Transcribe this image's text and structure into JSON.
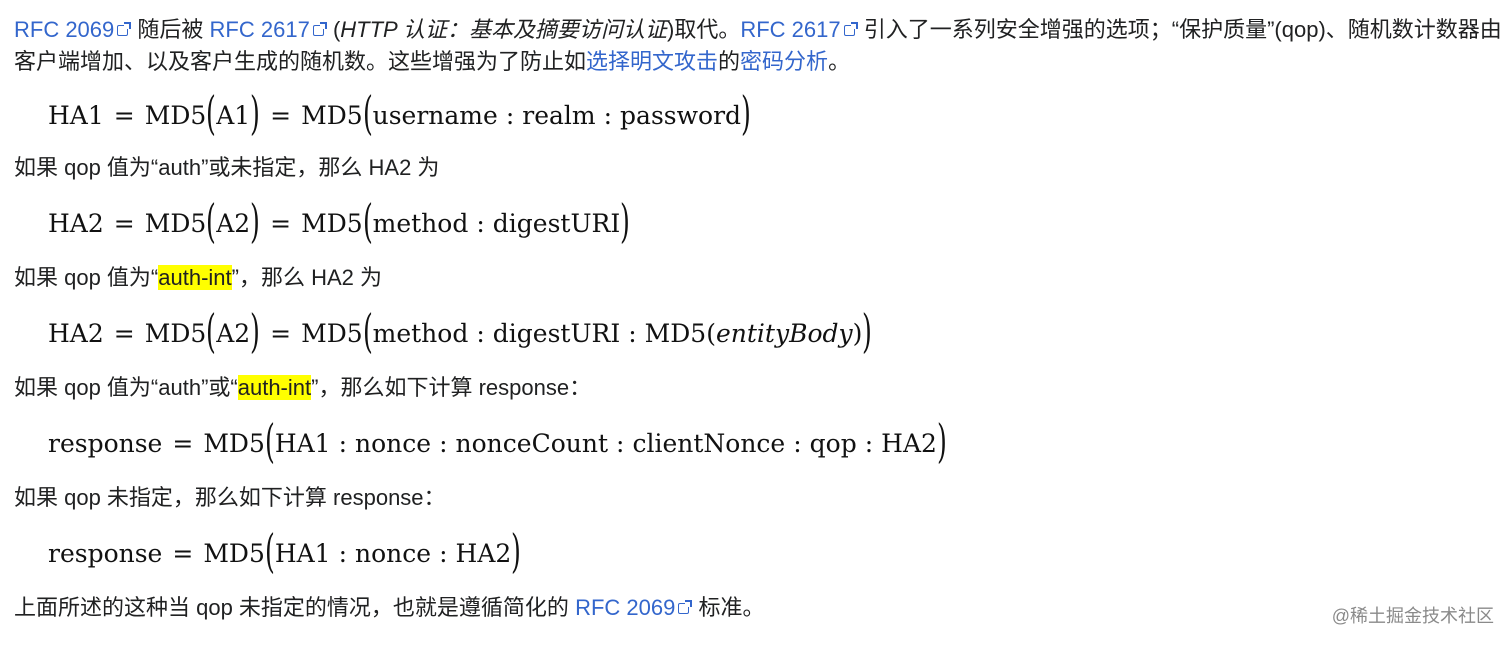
{
  "paragraph_1": {
    "link_rfc2069": "RFC 2069",
    "text_replaced_by": "随后被",
    "link_rfc2617": "RFC 2617",
    "paren_open": "(",
    "title_italic": "HTTP 认证：基本及摘要访问认证",
    "paren_close_text": ")取代。",
    "link_rfc2617_b": "RFC 2617",
    "text_intro": "引入了一系列安全增强的选项；“保护质量”(qop)、随机数计数器由客户端增加、以及客户生成的随机数。这些增强为了防止如",
    "link_chosen_plaintext": "选择明文攻击",
    "text_of": "的",
    "link_cryptanalysis": "密码分析",
    "text_end": "。"
  },
  "formula_1": {
    "lhs": "HA1",
    "eq": "=",
    "fn": "MD5",
    "arg": "A1",
    "eq2": "=",
    "fn2": "MD5",
    "args": [
      "username",
      "realm",
      "password"
    ]
  },
  "paragraph_2": {
    "text": "如果 qop 值为“auth”或未指定，那么 HA2 为"
  },
  "formula_2": {
    "lhs": "HA2",
    "eq": "=",
    "fn": "MD5",
    "arg": "A2",
    "eq2": "=",
    "fn2": "MD5",
    "args": [
      "method",
      "digestURI"
    ]
  },
  "paragraph_3": {
    "text_before": "如果 qop 值为“",
    "highlight": "auth-int",
    "text_after": "”，那么 HA2 为"
  },
  "formula_3": {
    "lhs": "HA2",
    "eq": "=",
    "fn": "MD5",
    "arg": "A2",
    "eq2": "=",
    "fn2": "MD5",
    "args": [
      "method",
      "digestURI"
    ],
    "inner_fn": "MD5",
    "inner_arg": "entityBody"
  },
  "paragraph_4": {
    "text_before": "如果 qop 值为“auth”或“",
    "highlight": "auth-int",
    "text_after": "”，那么如下计算 response："
  },
  "formula_4": {
    "lhs": "response",
    "eq": "=",
    "fn": "MD5",
    "args": [
      "HA1",
      "nonce",
      "nonceCount",
      "clientNonce",
      "qop",
      "HA2"
    ]
  },
  "paragraph_5": {
    "text": "如果 qop 未指定，那么如下计算 response："
  },
  "formula_5": {
    "lhs": "response",
    "eq": "=",
    "fn": "MD5",
    "args": [
      "HA1",
      "nonce",
      "HA2"
    ]
  },
  "paragraph_6": {
    "text_before": "上面所述的这种当 qop 未指定的情况，也就是遵循简化的",
    "link_rfc2069": "RFC 2069",
    "text_after": "标准。"
  },
  "watermark": {
    "text": "@稀土掘金技术社区"
  },
  "colors": {
    "link": "#3366cc",
    "highlight": "#ffff00",
    "text": "#202122"
  },
  "icons": {
    "external_link": "external-link-icon"
  }
}
